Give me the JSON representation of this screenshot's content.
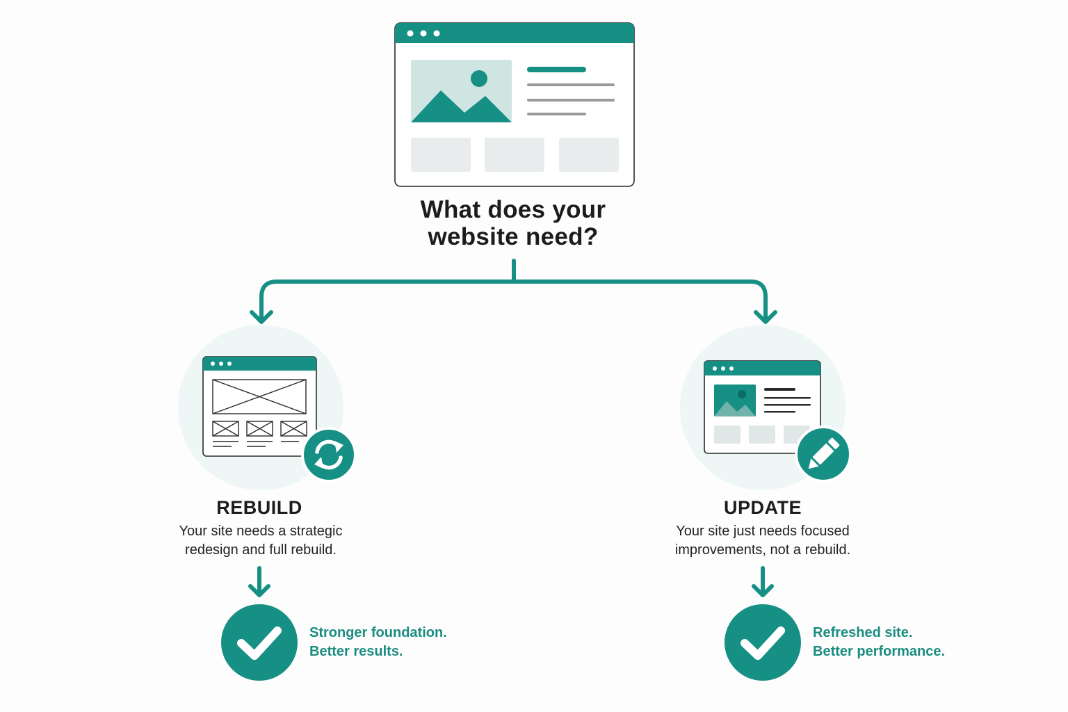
{
  "colors": {
    "teal": "#168f84",
    "teal_light": "#cfe5e2",
    "circle_bg": "#eef7f6",
    "gray_block": "#e9ecec",
    "outline": "#2a2a2a",
    "result_text": "#1a8c80"
  },
  "question": {
    "line1": "What does your",
    "line2": "website need?"
  },
  "branches": [
    {
      "id": "rebuild",
      "title": "REBUILD",
      "description_line1": "Your site needs a strategic",
      "description_line2": "redesign and full rebuild.",
      "badge_icon": "refresh-icon",
      "illustration": "wireframe-browser-icon",
      "result_icon": "checkmark-icon",
      "result_line1": "Stronger foundation.",
      "result_line2": "Better results."
    },
    {
      "id": "update",
      "title": "UPDATE",
      "description_line1": "Your site just needs focused",
      "description_line2": "improvements, not a rebuild.",
      "badge_icon": "pencil-icon",
      "illustration": "styled-browser-icon",
      "result_icon": "checkmark-icon",
      "result_line1": "Refreshed site.",
      "result_line2": "Better performance."
    }
  ],
  "top_illustration": "website-browser-icon"
}
